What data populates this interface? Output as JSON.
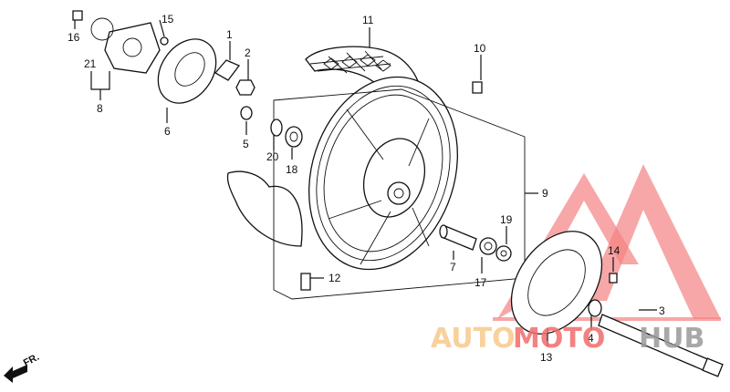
{
  "diagram": {
    "labels": {
      "l1": "1",
      "l2": "2",
      "l3": "3",
      "l4": "4",
      "l5": "5",
      "l6": "6",
      "l7": "7",
      "l8": "8",
      "l9": "9",
      "l10": "10",
      "l11": "11",
      "l12": "12",
      "l13": "13",
      "l14": "14",
      "l15": "15",
      "l16": "16",
      "l17": "17",
      "l18": "18",
      "l19": "19",
      "l20": "20",
      "l21": "21"
    },
    "direction": "FR.",
    "watermark": {
      "auto": "AUTO",
      "moto": "MOTO",
      "hub": "HUB"
    },
    "colors": {
      "line": "#111111",
      "watermark_red": "#f26c6c",
      "watermark_orange": "#f7c98a",
      "watermark_gray": "#9a9a9a"
    }
  }
}
